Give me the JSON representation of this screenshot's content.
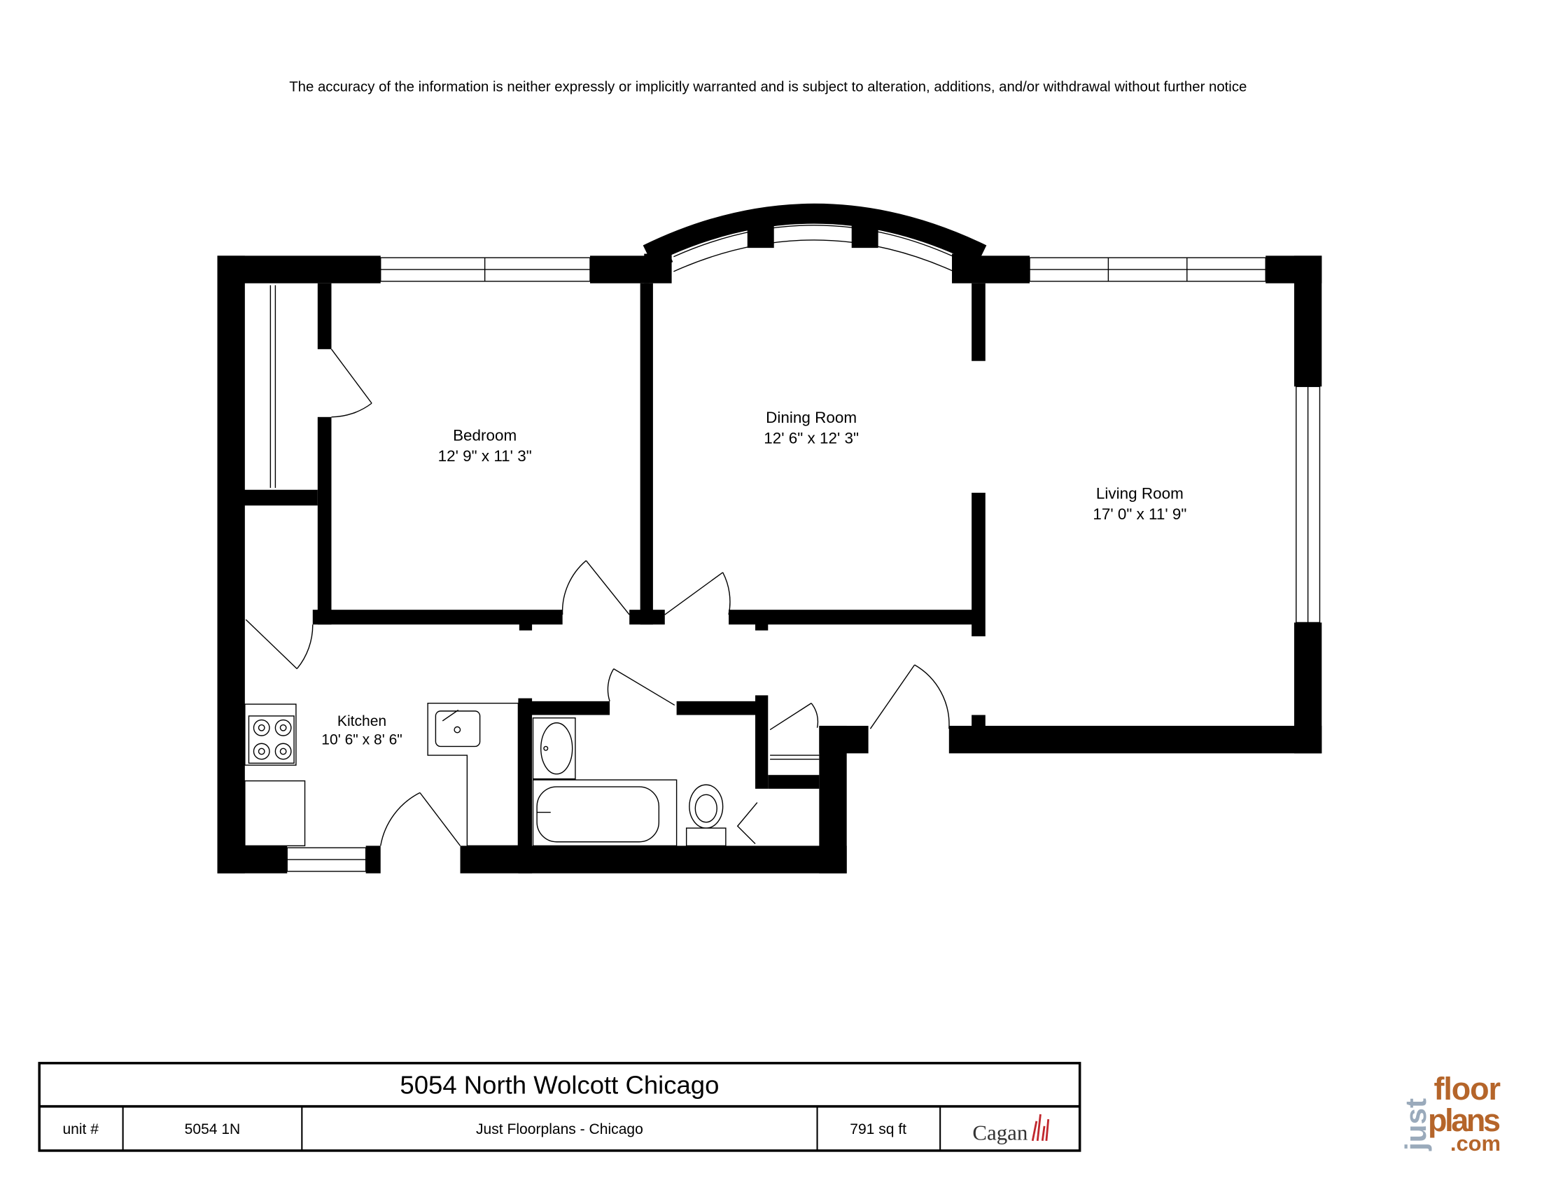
{
  "disclaimer": "The accuracy of the information is neither expressly or implicitly warranted and is subject to alteration, additions, and/or withdrawal without further notice",
  "rooms": [
    {
      "name": "Bedroom",
      "dimensions": "12' 9\" x 11' 3\""
    },
    {
      "name": "Dining Room",
      "dimensions": "12' 6\" x 12' 3\""
    },
    {
      "name": "Living Room",
      "dimensions": "17' 0\" x 11' 9\""
    },
    {
      "name": "Kitchen",
      "dimensions": "10' 6\" x 8' 6\""
    }
  ],
  "title_block": {
    "address": "5054 North Wolcott Chicago",
    "unit_label": "unit #",
    "unit_value": "5054 1N",
    "company": "Just Floorplans - Chicago",
    "area": "791 sq ft",
    "client_logo_text": "Cagan"
  },
  "brand_logo": {
    "just": "just",
    "floor": "floor",
    "plans": "plans",
    "com": ".com",
    "color_main": "#b5652a",
    "color_just": "#9aaabb"
  }
}
